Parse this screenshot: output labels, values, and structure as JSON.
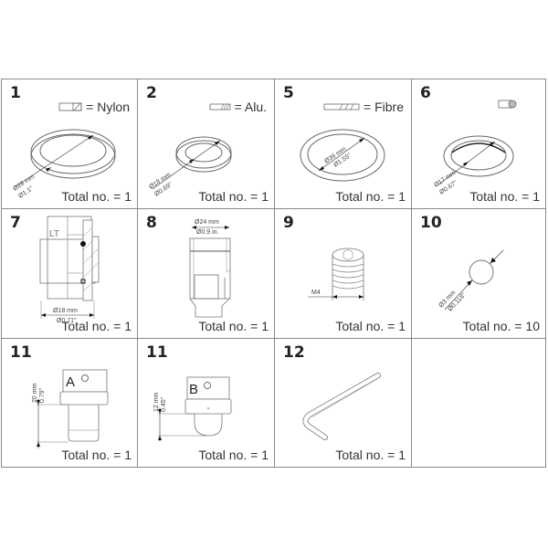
{
  "cells": [
    {
      "number": "1",
      "material": "= Nylon",
      "dimension_mm": "Ø28 mm",
      "dimension_in": "Ø1.1\"",
      "total": "Total no. = 1"
    },
    {
      "number": "2",
      "material": "= Alu.",
      "dimension_mm": "Ø18 mm",
      "dimension_in": "Ø0.69\"",
      "total": "Total no. = 1"
    },
    {
      "number": "5",
      "material": "= Fibre",
      "dimension_mm": "Ø39 mm",
      "dimension_in": "Ø1.55\"",
      "total": "Total no. = 1"
    },
    {
      "number": "6",
      "material": "",
      "dimension_mm": "Ø17 mm",
      "dimension_in": "Ø0.67\"",
      "total": "Total no. = 1"
    },
    {
      "number": "7",
      "label": "LT",
      "dimension_mm": "Ø18 mm",
      "dimension_in": "Ø0.71\"",
      "total": "Total no. = 1"
    },
    {
      "number": "8",
      "dimension_mm": "Ø24 mm",
      "dimension_in": "Ø0.9 in.",
      "total": "Total no. = 1"
    },
    {
      "number": "9",
      "dimension_mm": "M4",
      "total": "Total no. = 1"
    },
    {
      "number": "10",
      "dimension_mm": "Ø3 mm",
      "dimension_in": "Ø0.118\"",
      "total": "Total no. = 10"
    },
    {
      "number": "11",
      "label": "A",
      "dimension_mm": "20 mm",
      "dimension_in": "0.79\"",
      "total": "Total no. = 1"
    },
    {
      "number": "11",
      "label": "B",
      "dimension_mm": "12 mm",
      "dimension_in": "0.45\"",
      "total": "Total no. = 1"
    },
    {
      "number": "12",
      "total": "Total no. = 1"
    },
    {
      "number": ""
    }
  ]
}
